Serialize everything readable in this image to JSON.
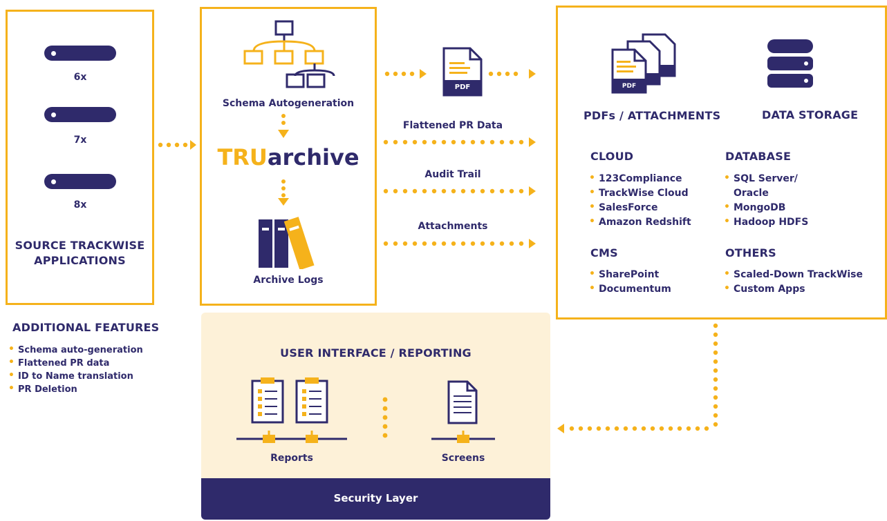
{
  "source": {
    "versions": [
      "6x",
      "7x",
      "8x"
    ],
    "title_line1": "SOURCE TRACKWISE",
    "title_line2": "APPLICATIONS"
  },
  "additional": {
    "title": "ADDITIONAL FEATURES",
    "items": [
      "Schema auto-generation",
      "Flattened PR data",
      "ID to Name translation",
      "PR Deletion"
    ]
  },
  "core": {
    "schema_label": "Schema Autogeneration",
    "brand_prefix": "TRU",
    "brand_suffix": "archive",
    "logs_label": "Archive Logs"
  },
  "flows": {
    "pdf_text": "PDF",
    "flattened": "Flattened PR Data",
    "audit": "Audit Trail",
    "attachments": "Attachments"
  },
  "targets": {
    "pdfs_title": "PDFs / ATTACHMENTS",
    "storage_title": "DATA STORAGE",
    "cloud": {
      "title": "CLOUD",
      "items": [
        "123Compliance",
        "TrackWise Cloud",
        "SalesForce",
        "Amazon Redshift"
      ]
    },
    "database": {
      "title": "DATABASE",
      "items": [
        "SQL Server/",
        "Oracle",
        "MongoDB",
        "Hadoop HDFS"
      ]
    },
    "cms": {
      "title": "CMS",
      "items": [
        "SharePoint",
        "Documentum"
      ]
    },
    "others": {
      "title": "OTHERS",
      "items": [
        "Scaled-Down TrackWise",
        "Custom Apps"
      ]
    }
  },
  "ui": {
    "title": "USER INTERFACE / REPORTING",
    "reports": "Reports",
    "screens": "Screens",
    "security": "Security Layer"
  },
  "colors": {
    "accent": "#f5b21b",
    "navy": "#2f2a6b",
    "cream": "#fdf1d8"
  }
}
